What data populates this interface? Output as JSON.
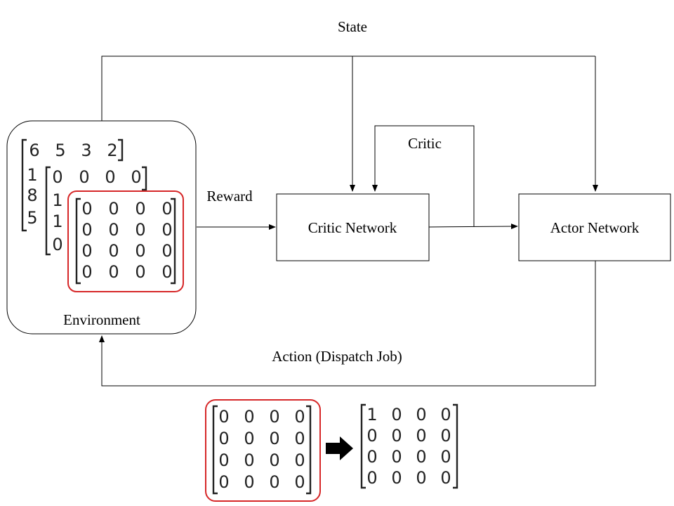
{
  "labels": {
    "state": "State",
    "critic_loop": "Critic",
    "reward": "Reward",
    "critic_network": "Critic Network",
    "actor_network": "Actor Network",
    "environment": "Environment",
    "action": "Action (Dispatch Job)"
  },
  "environment_state": {
    "top_row": [
      "6",
      "5",
      "3",
      "2"
    ],
    "left_column": [
      "1",
      "8",
      "5"
    ],
    "mid_row": [
      "0",
      "0",
      "0",
      "0"
    ],
    "mid_column": [
      "1",
      "1",
      "0"
    ],
    "inner_matrix": [
      [
        "0",
        "0",
        "0",
        "0"
      ],
      [
        "0",
        "0",
        "0",
        "0"
      ],
      [
        "0",
        "0",
        "0",
        "0"
      ],
      [
        "0",
        "0",
        "0",
        "0"
      ]
    ]
  },
  "dispatch_example": {
    "before": [
      [
        "0",
        "0",
        "0",
        "0"
      ],
      [
        "0",
        "0",
        "0",
        "0"
      ],
      [
        "0",
        "0",
        "0",
        "0"
      ],
      [
        "0",
        "0",
        "0",
        "0"
      ]
    ],
    "after": [
      [
        "1",
        "0",
        "0",
        "0"
      ],
      [
        "0",
        "0",
        "0",
        "0"
      ],
      [
        "0",
        "0",
        "0",
        "0"
      ],
      [
        "0",
        "0",
        "0",
        "0"
      ]
    ]
  },
  "colors": {
    "highlight": "#d62728",
    "line": "#000000",
    "arrow_fill": "#000000"
  },
  "icons": {
    "transition_arrow": "right-arrow-icon"
  }
}
